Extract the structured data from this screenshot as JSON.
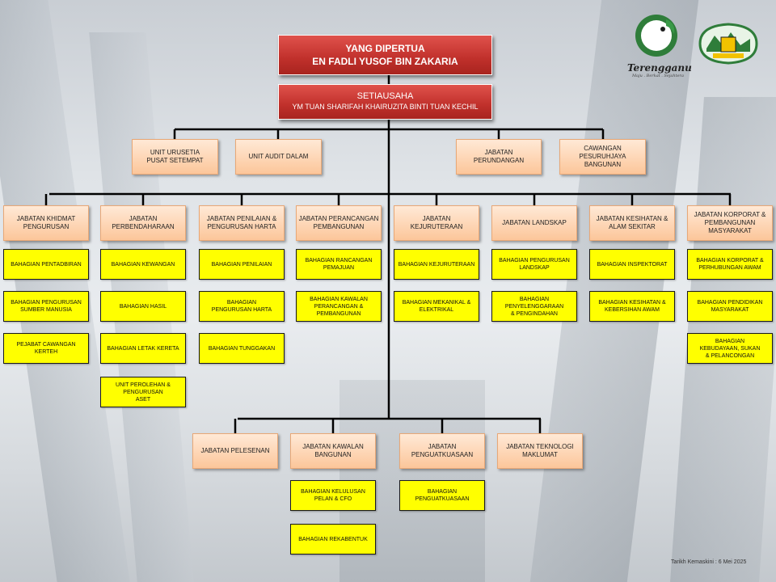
{
  "yang_dipertua": {
    "title": "YANG DIPERTUA",
    "name": "EN FADLI YUSOF BIN ZAKARIA"
  },
  "setiausaha": {
    "title": "SETIAUSAHA",
    "name": "YM TUAN SHARIFAH KHAIRUZITA BINTI TUAN KECHIL"
  },
  "units": [
    "UNIT URUSETIA\nPUSAT SETEMPAT",
    "UNIT AUDIT DALAM",
    "JABATAN\nPERUNDANGAN",
    "CAWANGAN\nPESURUHJAYA\nBANGUNAN"
  ],
  "departments": [
    {
      "name": "JABATAN  KHIDMAT\nPENGURUSAN",
      "sections": [
        "BAHAGIAN PENTADBIRAN",
        "BAHAGIAN PENGURUSAN\nSUMBER MANUSIA",
        "PEJABAT CAWANGAN\nKERTEH"
      ]
    },
    {
      "name": "JABATAN\nPERBENDAHARAAN",
      "sections": [
        "BAHAGIAN KEWANGAN",
        "BAHAGIAN HASIL",
        "BAHAGIAN LETAK KERETA",
        "UNIT PEROLEHAN &\nPENGURUSAN\nASET"
      ]
    },
    {
      "name": "JABATAN  PENILAIAN  &\nPENGURUSAN  HARTA",
      "sections": [
        "BAHAGIAN PENILAIAN",
        "BAHAGIAN\nPENGURUSAN HARTA",
        "BAHAGIAN TUNGGAKAN"
      ]
    },
    {
      "name": "JABATAN  PERANCANGAN\nPEMBANGUNAN",
      "sections": [
        "BAHAGIAN RANCANGAN\nPEMAJUAN",
        "BAHAGIAN KAWALAN\nPERANCANGAN &\nPEMBANGUNAN"
      ]
    },
    {
      "name": "JABATAN\nKEJURUTERAAN",
      "sections": [
        "BAHAGIAN  KEJURUTERAAN",
        "BAHAGIAN MEKANIKAL &\nELEKTRIKAL"
      ]
    },
    {
      "name": "JABATAN   LANDSKAP",
      "sections": [
        "BAHAGIAN PENGURUSAN\nLANDSKAP",
        "BAHAGIAN\nPENYELENGGARAAN\n& PENGINDAHAN"
      ]
    },
    {
      "name": "JABATAN  KESIHATAN  &\nALAM SEKITAR",
      "sections": [
        "BAHAGIAN INSPEKTORAT",
        "BAHAGIAN KESIHATAN &\nKEBERSIHAN AWAM"
      ]
    },
    {
      "name": "JABATAN  KORPORAT  &\nPEMBANGUNAN\nMASYARAKAT",
      "sections": [
        "BAHAGIAN KORPORAT &\nPERHUBUNGAN AWAM",
        "BAHAGIAN PENDIDIKAN\nMASYARAKAT",
        "BAHAGIAN\nKEBUDAYAAN, SUKAN\n& PELANCONGAN"
      ]
    }
  ],
  "bottom_departments": [
    {
      "name": "JABATAN   PELESENAN",
      "sections": []
    },
    {
      "name": "JABATAN  KAWALAN\nBANGUNAN",
      "sections": [
        "BAHAGIAN KELULUSAN\nPELAN & CFO",
        "BAHAGIAN REKABENTUK"
      ]
    },
    {
      "name": "JABATAN\nPENGUATKUASAAN",
      "sections": [
        "BAHAGIAN\nPENGUATKUASAAN"
      ]
    },
    {
      "name": "JABATAN  TEKNOLOGI\nMAKLUMAT",
      "sections": []
    }
  ],
  "logos": {
    "terengganu_text": "Terengganu",
    "terengganu_tagline": "Maju . Berkat . Sejahtera",
    "council_icon": "council-crest-icon",
    "state_icon": "terengganu-emblem-icon"
  },
  "footer": {
    "tarikh": "Tarikh  Kemaskini : 6 Mei 2025"
  },
  "colors": {
    "head": "#c0302b",
    "dept": "#fcc69a",
    "section": "#ffff00",
    "line": "#000000"
  }
}
